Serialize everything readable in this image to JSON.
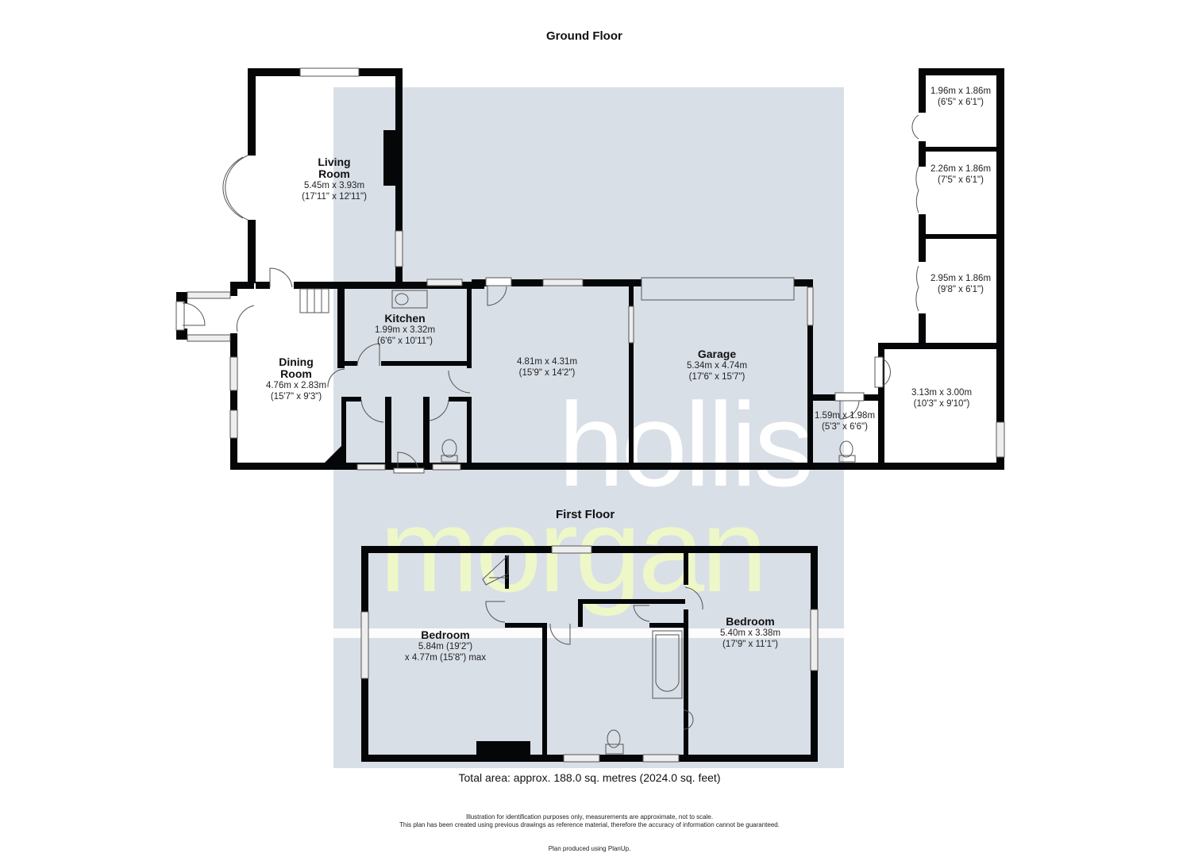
{
  "ground_floor": {
    "title": "Ground Floor",
    "rooms": [
      {
        "name": "Living",
        "name2": "Room",
        "metric": "5.45m x 3.93m",
        "imperial": "(17'11\" x 12'11\")"
      },
      {
        "name": "Kitchen",
        "metric": "1.99m x 3.32m",
        "imperial": "(6'6\" x 10'11\")"
      },
      {
        "name": "Dining",
        "name2": "Room",
        "metric": "4.76m x 2.83m",
        "imperial": "(15'7\" x 9'3\")"
      },
      {
        "name": "",
        "metric": "4.81m x 4.31m",
        "imperial": "(15'9\" x 14'2\")"
      },
      {
        "name": "Garage",
        "metric": "5.34m x 4.74m",
        "imperial": "(17'6\" x 15'7\")"
      },
      {
        "name": "",
        "metric": "1.96m x 1.86m",
        "imperial": "(6'5\" x 6'1\")"
      },
      {
        "name": "",
        "metric": "2.26m x 1.86m",
        "imperial": "(7'5\" x 6'1\")"
      },
      {
        "name": "",
        "metric": "2.95m x 1.86m",
        "imperial": "(9'8\" x 6'1\")"
      },
      {
        "name": "",
        "metric": "3.13m x 3.00m",
        "imperial": "(10'3\" x 9'10\")"
      },
      {
        "name": "",
        "metric": "1.59m x 1.98m",
        "imperial": "(5'3\" x 6'6\")"
      }
    ]
  },
  "first_floor": {
    "title": "First Floor",
    "rooms": [
      {
        "name": "Bedroom",
        "metric": "5.84m (19'2\")",
        "imperial": "x 4.77m (15'8\") max"
      },
      {
        "name": "Bedroom",
        "metric": "5.40m x 3.38m",
        "imperial": "(17'9\" x 11'1\")"
      }
    ]
  },
  "watermark": {
    "line1": "hollis",
    "line2": "morgan",
    "color1": "#ffffff",
    "color2": "#eef7c8",
    "panel_color": "#d9dfe7"
  },
  "total_area": "Total area: approx. 188.0 sq. metres (2024.0 sq. feet)",
  "disclaimer": {
    "line1": "Illustration for identification purposes only, measurements are approximate, not to scale.",
    "line2": "This plan has been created using previous drawings as reference material, therefore the accuracy of information cannot be guaranteed.",
    "produced_by": "Plan produced using PlanUp."
  },
  "colors": {
    "wall": "#050608",
    "fixture_line": "#555555",
    "background": "#ffffff"
  }
}
